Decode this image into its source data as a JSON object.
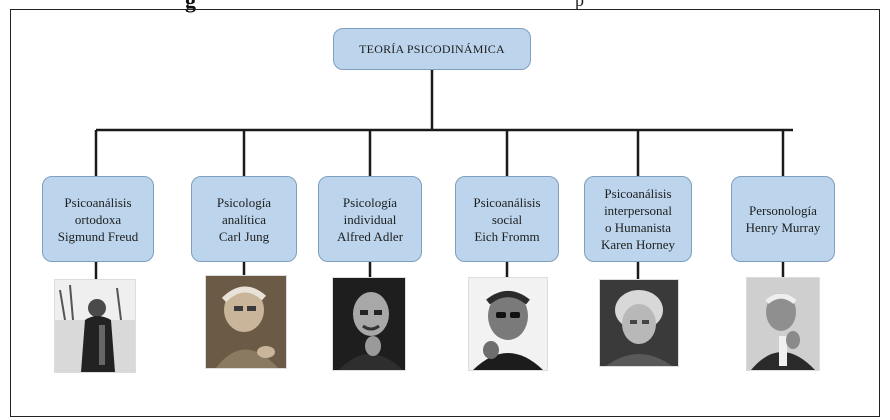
{
  "header_fragment": {
    "left": "g",
    "right": "p"
  },
  "root": {
    "label": "TEORÍA PSICODINÁMICA"
  },
  "branches": [
    {
      "label": "Psicoanálisis\nortodoxa\nSigmund Freud",
      "photo_icon": "portrait-photo"
    },
    {
      "label": "Psicología\nanalítica\nCarl Jung",
      "photo_icon": "portrait-photo"
    },
    {
      "label": "Psicología\nindividual\nAlfred Adler",
      "photo_icon": "portrait-photo"
    },
    {
      "label": "Psicoanálisis\nsocial\nEich Fromm",
      "photo_icon": "portrait-photo"
    },
    {
      "label": "Psicoanálisis\ninterpersonal\no Humanista\nKaren Horney",
      "photo_icon": "portrait-photo"
    },
    {
      "label": "Personología\nHenry Murray",
      "photo_icon": "portrait-photo"
    }
  ],
  "colors": {
    "node_fill": "#bcd5ec",
    "node_border": "#7f9fbf",
    "connector": "#1a1a1a"
  }
}
